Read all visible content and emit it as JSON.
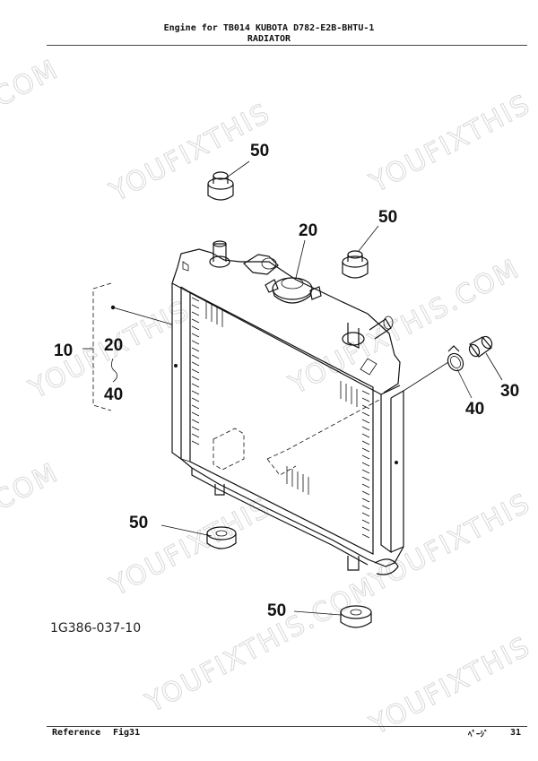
{
  "header": {
    "line1": "Engine for TB014  KUBOTA  D782-E2B-BHTU-1",
    "line2": "RADIATOR"
  },
  "figure": {
    "figure_number": "1G386-037-10",
    "callouts": {
      "cap_top": "50",
      "radiator_cap": "20",
      "cap_right": "50",
      "assembly": "10",
      "group_from": "20",
      "group_to": "40",
      "clamp": "40",
      "hose": "30",
      "cushion_left": "50",
      "cushion_bottom": "50"
    }
  },
  "watermark": {
    "text": "YOUFIXTHIS",
    "text_com": ".COM",
    "text_full": "YOUFIXTHIS.COM"
  },
  "footer": {
    "reference_label": "Reference",
    "fig_label": "Fig31",
    "page_label": "ﾍﾟｰｼﾞ",
    "page_number": "31"
  }
}
